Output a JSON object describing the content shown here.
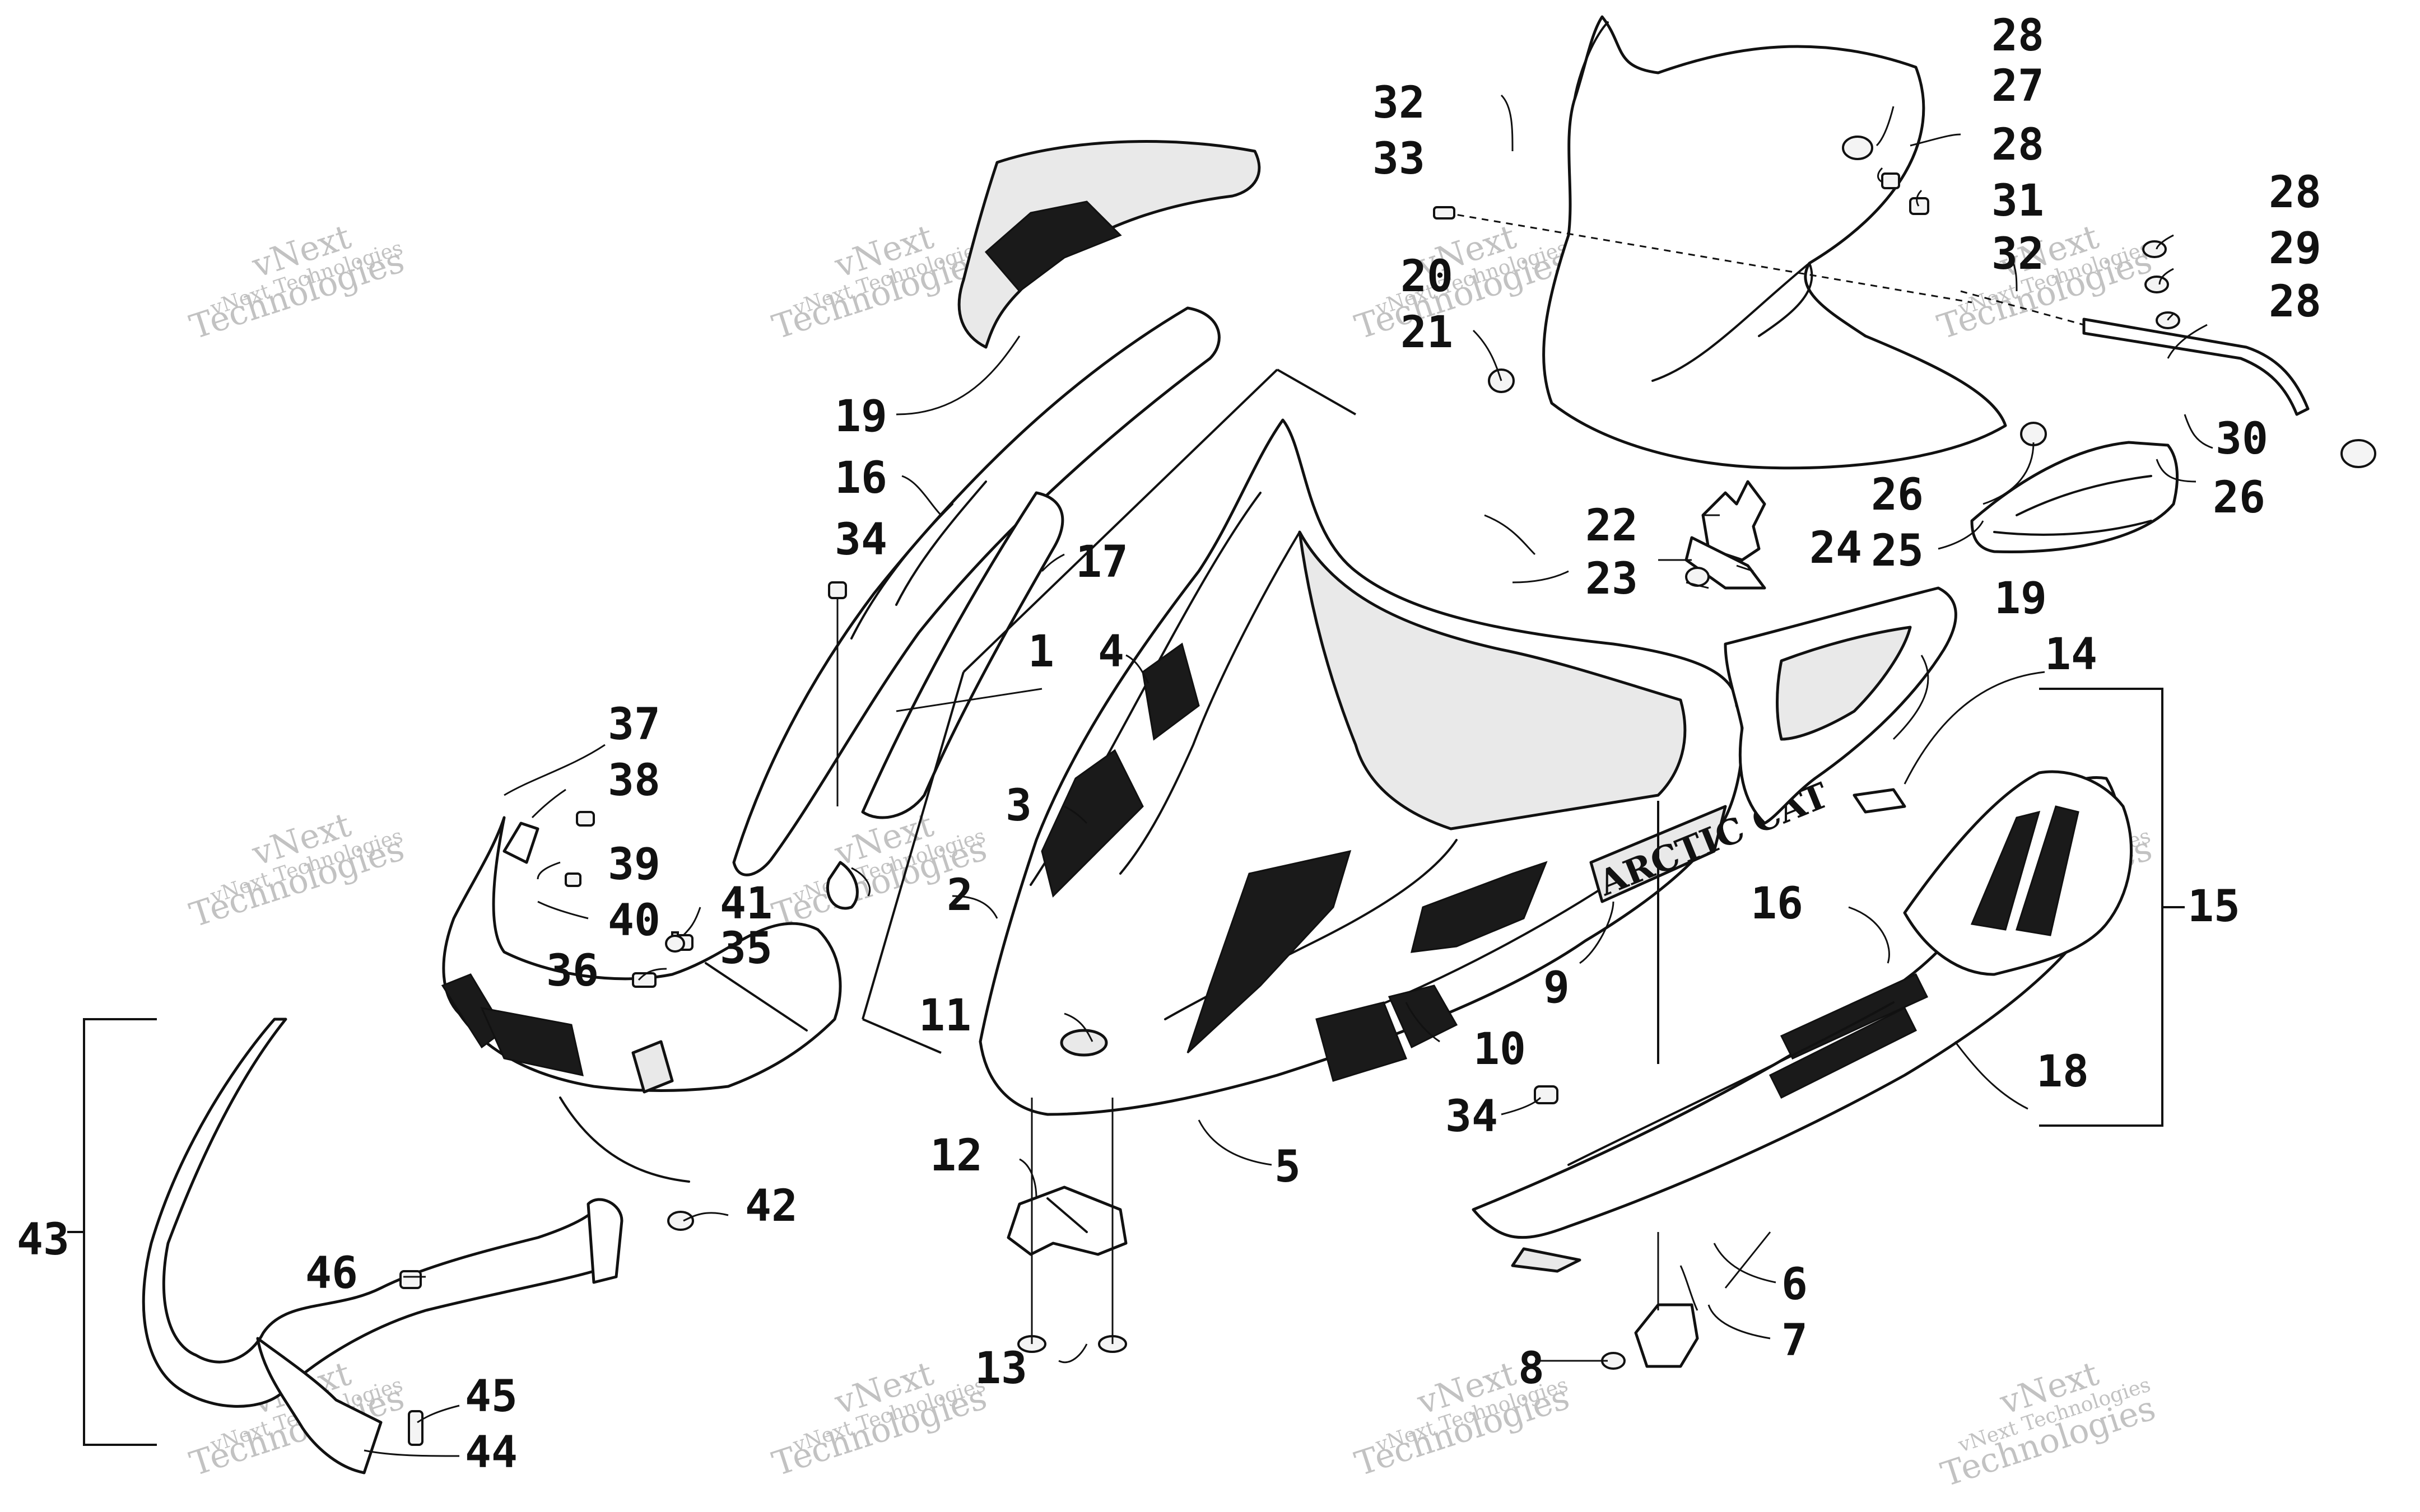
{
  "watermark": {
    "line1": "vNext",
    "line2": "Technologies",
    "small": "vNext Technologies"
  },
  "brand_decal": "ARCTIC CAT",
  "callouts": [
    "1",
    "2",
    "3",
    "4",
    "5",
    "6",
    "7",
    "8",
    "9",
    "10",
    "11",
    "12",
    "13",
    "14",
    "15",
    "16",
    "16",
    "17",
    "18",
    "19",
    "19",
    "20",
    "21",
    "22",
    "23",
    "24",
    "25",
    "26",
    "26",
    "27",
    "28",
    "28",
    "28",
    "28",
    "29",
    "30",
    "31",
    "32",
    "32",
    "33",
    "34",
    "34",
    "35",
    "36",
    "37",
    "38",
    "39",
    "40",
    "41",
    "42",
    "43",
    "44",
    "45",
    "46"
  ],
  "colors": {
    "line": "#111111",
    "watermark": "#c2c2c2",
    "background": "#ffffff"
  }
}
